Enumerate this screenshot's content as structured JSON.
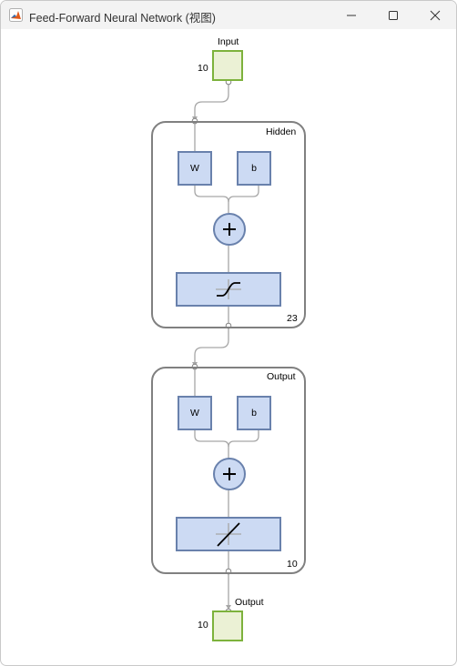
{
  "window": {
    "title": "Feed-Forward Neural Network (视图)",
    "icons": {
      "app": "matlab-icon",
      "minimize": "minimize-icon",
      "maximize": "maximize-icon",
      "close": "close-icon"
    }
  },
  "diagram": {
    "input": {
      "label": "Input",
      "size": "10"
    },
    "hidden": {
      "title": "Hidden",
      "weight_label": "W",
      "bias_label": "b",
      "sum_icon": "plus-icon",
      "transfer_icon": "sigmoid-icon",
      "neurons": "23"
    },
    "output_layer": {
      "title": "Output",
      "weight_label": "W",
      "bias_label": "b",
      "sum_icon": "plus-icon",
      "transfer_icon": "linear-icon",
      "neurons": "10"
    },
    "output": {
      "label": "Output",
      "size": "10"
    }
  },
  "colors": {
    "io_fill": "#ebf1d5",
    "io_border": "#7db23c",
    "block_fill": "#ccdaf3",
    "block_border": "#6981ac",
    "layer_border": "#808080",
    "wire": "#a6a6a6"
  }
}
